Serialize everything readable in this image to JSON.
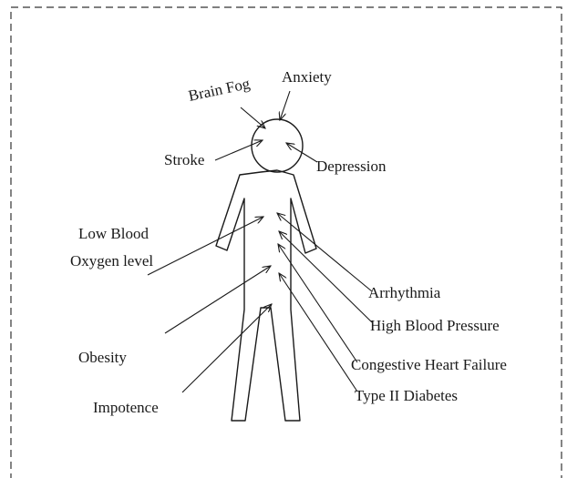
{
  "labels": {
    "brain_fog": "Brain Fog",
    "anxiety": "Anxiety",
    "stroke": "Stroke",
    "depression": "Depression",
    "low_blood_line1": "Low Blood",
    "low_blood_line2": "Oxygen level",
    "arrhythmia": "Arrhythmia",
    "high_blood_pressure": "High Blood Pressure",
    "congestive_heart_failure": "Congestive Heart Failure",
    "type2_diabetes": "Type II Diabetes",
    "obesity": "Obesity",
    "impotence": "Impotence"
  }
}
